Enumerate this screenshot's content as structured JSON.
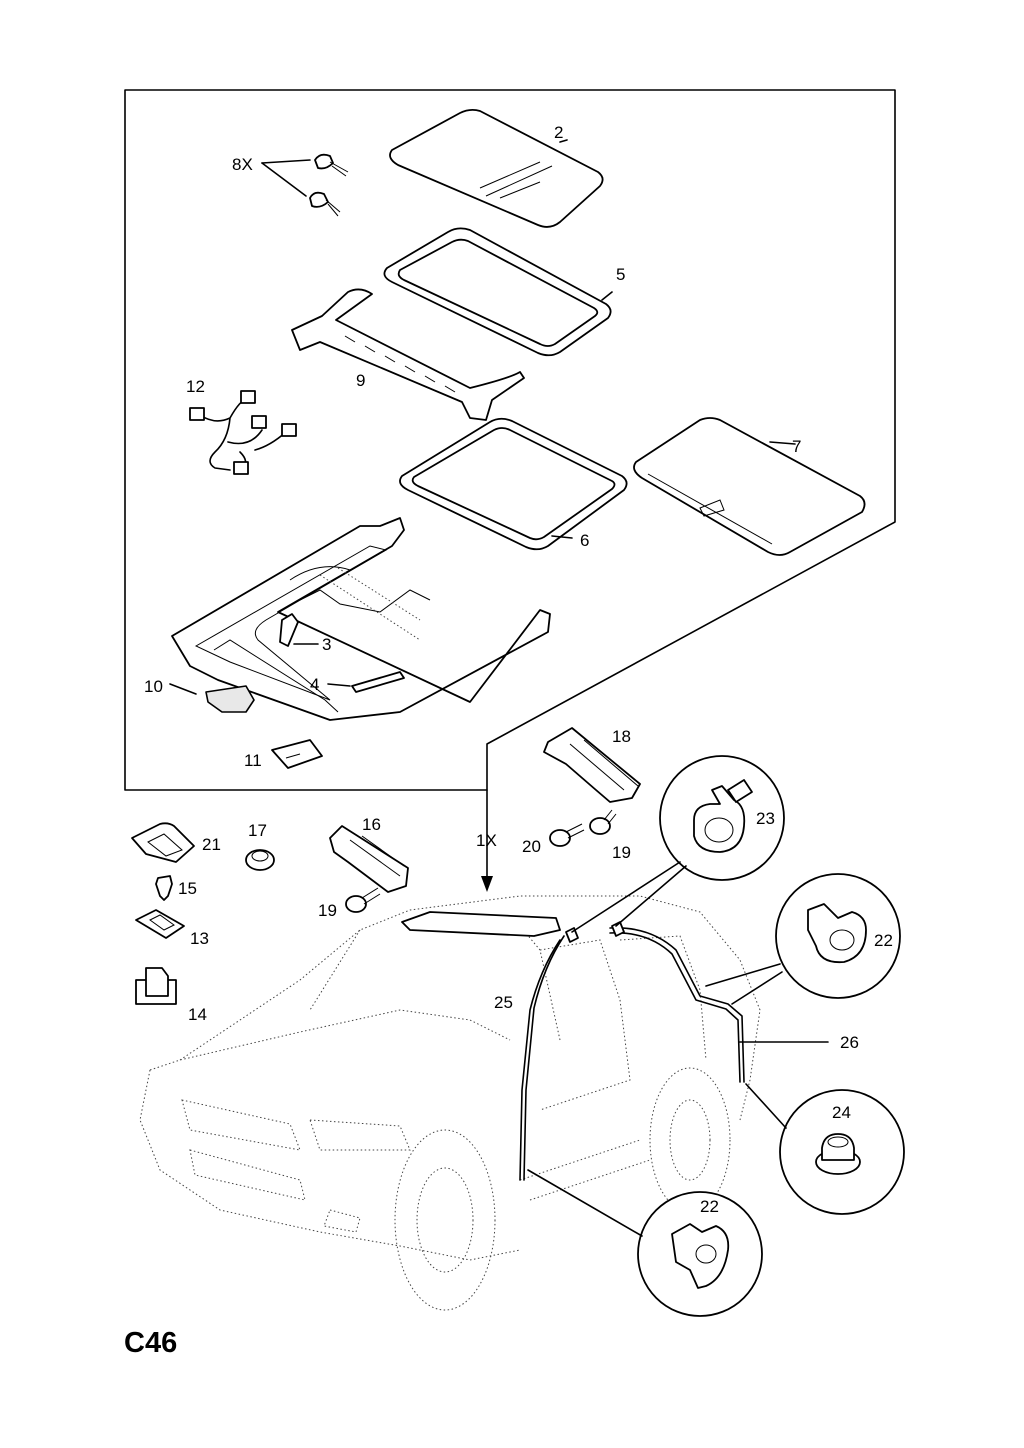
{
  "diagram_code": "C46",
  "labels": {
    "l2": "2",
    "l8x": "8X",
    "l5": "5",
    "l9": "9",
    "l12": "12",
    "l7": "7",
    "l6": "6",
    "l3": "3",
    "l4": "4",
    "l10": "10",
    "l11": "11",
    "l18": "18",
    "l23": "23",
    "l21": "21",
    "l17": "17",
    "l16": "16",
    "l1x": "1X",
    "l20": "20",
    "l19a": "19",
    "l15": "15",
    "l19b": "19",
    "l13": "13",
    "l22a": "22",
    "l14": "14",
    "l25": "25",
    "l26": "26",
    "l24": "24",
    "l22b": "22"
  }
}
